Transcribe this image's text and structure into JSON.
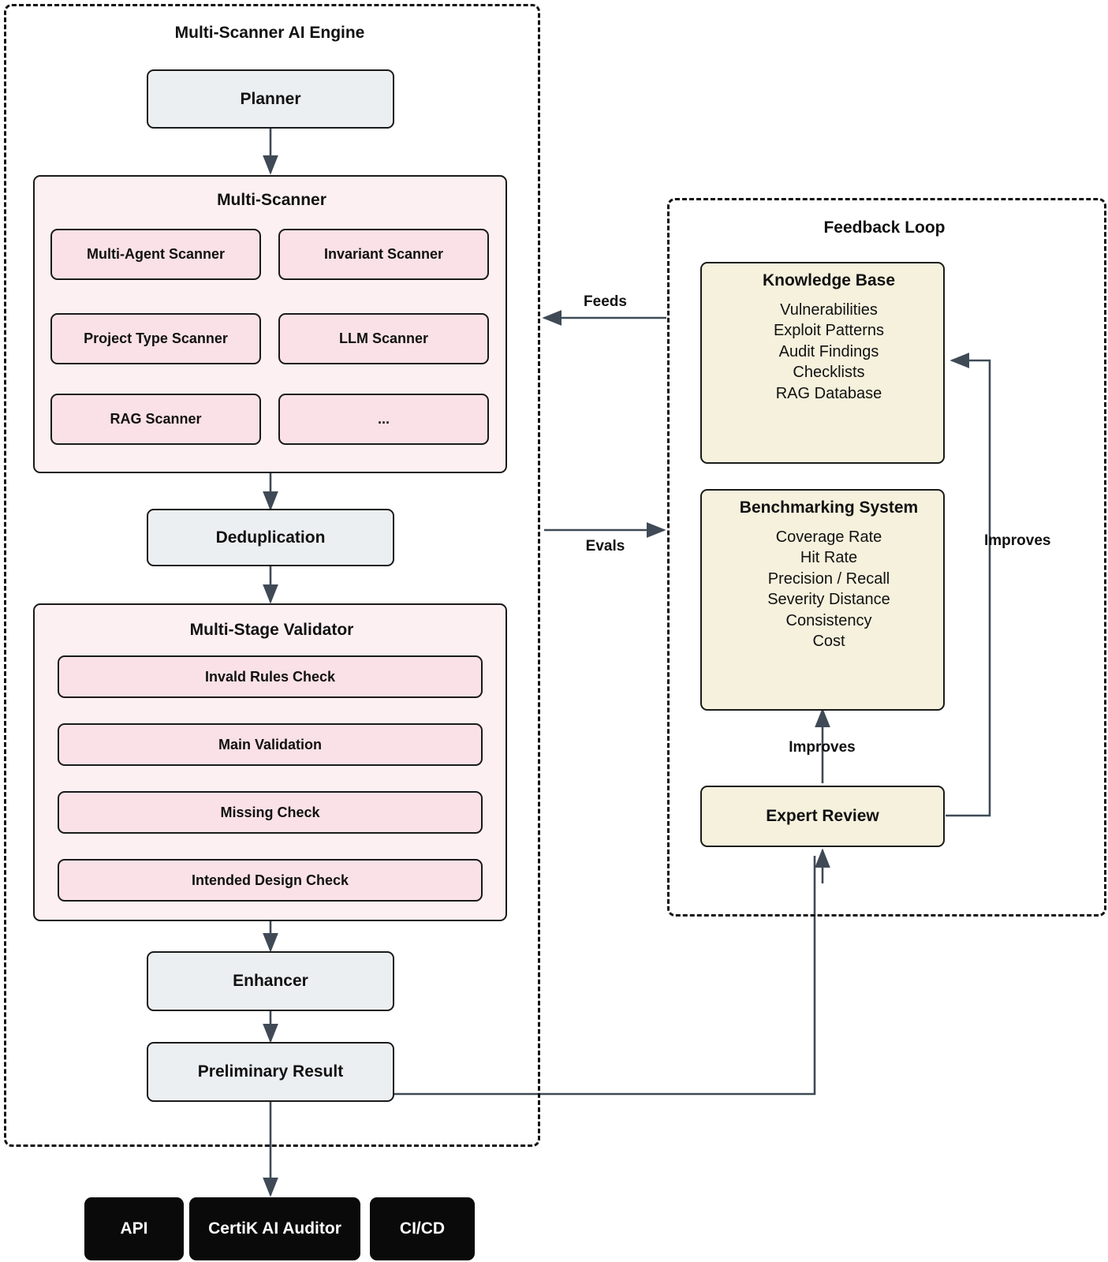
{
  "diagram": {
    "title_engine": "Multi-Scanner AI Engine",
    "title_feedback": "Feedback Loop"
  },
  "engine": {
    "planner": "Planner",
    "multi_scanner": {
      "title": "Multi-Scanner",
      "scanners": [
        "Multi-Agent Scanner",
        "Invariant Scanner",
        "Project Type Scanner",
        "LLM Scanner",
        "RAG Scanner",
        "..."
      ]
    },
    "deduplication": "Deduplication",
    "validator": {
      "title": "Multi-Stage Validator",
      "stages": [
        "Invald Rules Check",
        "Main Validation",
        "Missing Check",
        "Intended Design Check"
      ]
    },
    "enhancer": "Enhancer",
    "preliminary_result": "Preliminary Result"
  },
  "feedback": {
    "knowledge_base": {
      "title": "Knowledge Base",
      "items": [
        "Vulnerabilities",
        "Exploit Patterns",
        "Audit Findings",
        "Checklists",
        "RAG Database"
      ]
    },
    "benchmarking": {
      "title": "Benchmarking System",
      "items": [
        "Coverage Rate",
        "Hit Rate",
        "Precision / Recall",
        "Severity Distance",
        "Consistency",
        "Cost"
      ]
    },
    "expert_review": "Expert Review"
  },
  "edges": {
    "feeds": "Feeds",
    "evals": "Evals",
    "improves_benchmark": "Improves",
    "improves_knowledge": "Improves"
  },
  "outputs": [
    "API",
    "CertiK AI Auditor",
    "CI/CD"
  ],
  "colors": {
    "gray_node": "#eceff1",
    "pink_container": "#fdf0f3",
    "pink_node": "#f9e1e7",
    "cream_node": "#f5f1dd",
    "black_node": "#0a0a0a",
    "arrow": "#3f4a56",
    "border": "#1a1a1a"
  }
}
